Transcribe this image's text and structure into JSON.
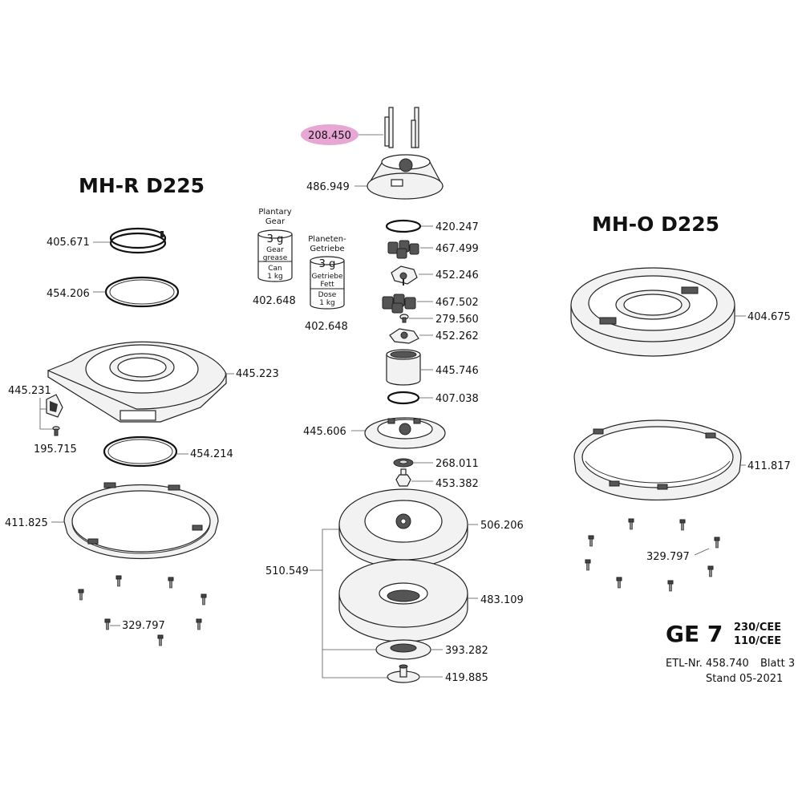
{
  "titles": {
    "left": "MH-R D225",
    "right": "MH-O D225"
  },
  "grease": {
    "en": {
      "heading_1": "Plantary",
      "heading_2": "Gear",
      "amount": "3 g",
      "type_1": "Gear",
      "type_2": "grease",
      "can_1": "Can",
      "can_2": "1 kg",
      "number": "402.648"
    },
    "de": {
      "heading_1": "Planeten-",
      "heading_2": "Getriebe",
      "amount": "3 g",
      "type_1": "Getriebe",
      "type_2": "Fett",
      "can_1": "Dose",
      "can_2": "1 kg",
      "number": "402.648"
    }
  },
  "parts": {
    "p208450": "208.450",
    "p486949": "486.949",
    "p420247": "420.247",
    "p467499": "467.499",
    "p452246": "452.246",
    "p467502": "467.502",
    "p279560": "279.560",
    "p452262": "452.262",
    "p445746": "445.746",
    "p407038": "407.038",
    "p445606": "445.606",
    "p268011": "268.011",
    "p453382": "453.382",
    "p506206": "506.206",
    "p510549": "510.549",
    "p483109": "483.109",
    "p393282": "393.282",
    "p419885": "419.885",
    "p405671": "405.671",
    "p454206": "454.206",
    "p445223": "445.223",
    "p445231": "445.231",
    "p195715": "195.715",
    "p454214": "454.214",
    "p411825": "411.825",
    "p329797_left": "329.797",
    "p404675": "404.675",
    "p411817": "411.817",
    "p329797_right": "329.797"
  },
  "footer": {
    "model": "GE 7",
    "voltage_1": "230/CEE",
    "voltage_2": "110/CEE",
    "etl": "ETL-Nr. 458.740",
    "sheet": "Blatt 3",
    "date": "Stand 05-2021"
  },
  "colors": {
    "highlight": "#e8a6d4"
  }
}
